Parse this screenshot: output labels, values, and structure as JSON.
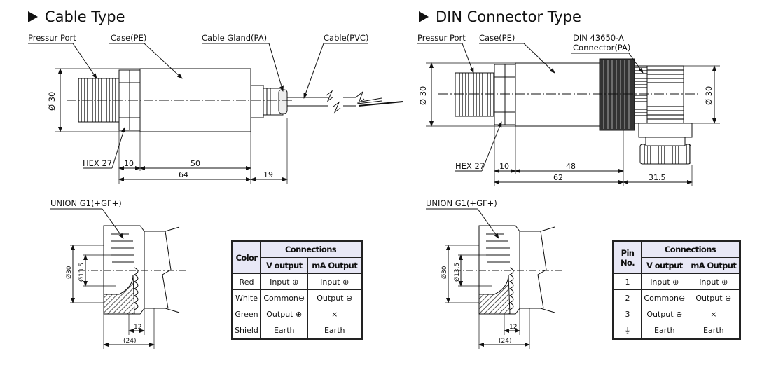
{
  "left": {
    "title": "Cable Type",
    "labels": {
      "pressure_port": "Pressur Port",
      "case": "Case(PE)",
      "gland": "Cable Gland(PA)",
      "cable": "Cable(PVC)",
      "dia": "Ø 30",
      "hex": "HEX 27"
    },
    "dims": {
      "d10": "10",
      "d50": "50",
      "d64": "64",
      "d19": "19"
    },
    "union": {
      "label": "UNION G1(+GF+)",
      "d30": "Ø30",
      "d13": "Ø13.5",
      "d12": "12",
      "d24": "(24)"
    }
  },
  "right": {
    "title": "DIN Connector Type",
    "labels": {
      "pressure_port": "Pressur Port",
      "case": "Case(PE)",
      "connector_line1": "DIN 43650-A",
      "connector_line2": "Connector(PA)",
      "dia_left": "Ø 30",
      "dia_right": "Ø 30",
      "hex": "HEX 27"
    },
    "dims": {
      "d10": "10",
      "d48": "48",
      "d62": "62",
      "d315": "31.5"
    },
    "union": {
      "label": "UNION G1(+GF+)",
      "d30": "Ø30",
      "d13": "Ø13.5",
      "d12": "12",
      "d24": "(24)"
    }
  },
  "table_cable": {
    "h_color": "Color",
    "h_conn": "Connections",
    "h_v": "V output",
    "h_ma": "mA Output",
    "rows": [
      {
        "c0": "Red",
        "c1": "Input ⊕",
        "c2": "Input ⊕"
      },
      {
        "c0": "White",
        "c1": "Common⊖",
        "c2": "Output ⊕"
      },
      {
        "c0": "Green",
        "c1": "Output ⊕",
        "c2": "×"
      },
      {
        "c0": "Shield",
        "c1": "Earth",
        "c2": "Earth"
      }
    ]
  },
  "table_din": {
    "h_pin": "Pin No.",
    "h_conn": "Connections",
    "h_v": "V output",
    "h_ma": "mA Output",
    "rows": [
      {
        "c0": "1",
        "c1": "Input ⊕",
        "c2": "Input ⊕"
      },
      {
        "c0": "2",
        "c1": "Common⊖",
        "c2": "Output ⊕"
      },
      {
        "c0": "3",
        "c1": "Output ⊕",
        "c2": "×"
      },
      {
        "c0": "⏚",
        "c1": "Earth",
        "c2": "Earth"
      }
    ]
  }
}
